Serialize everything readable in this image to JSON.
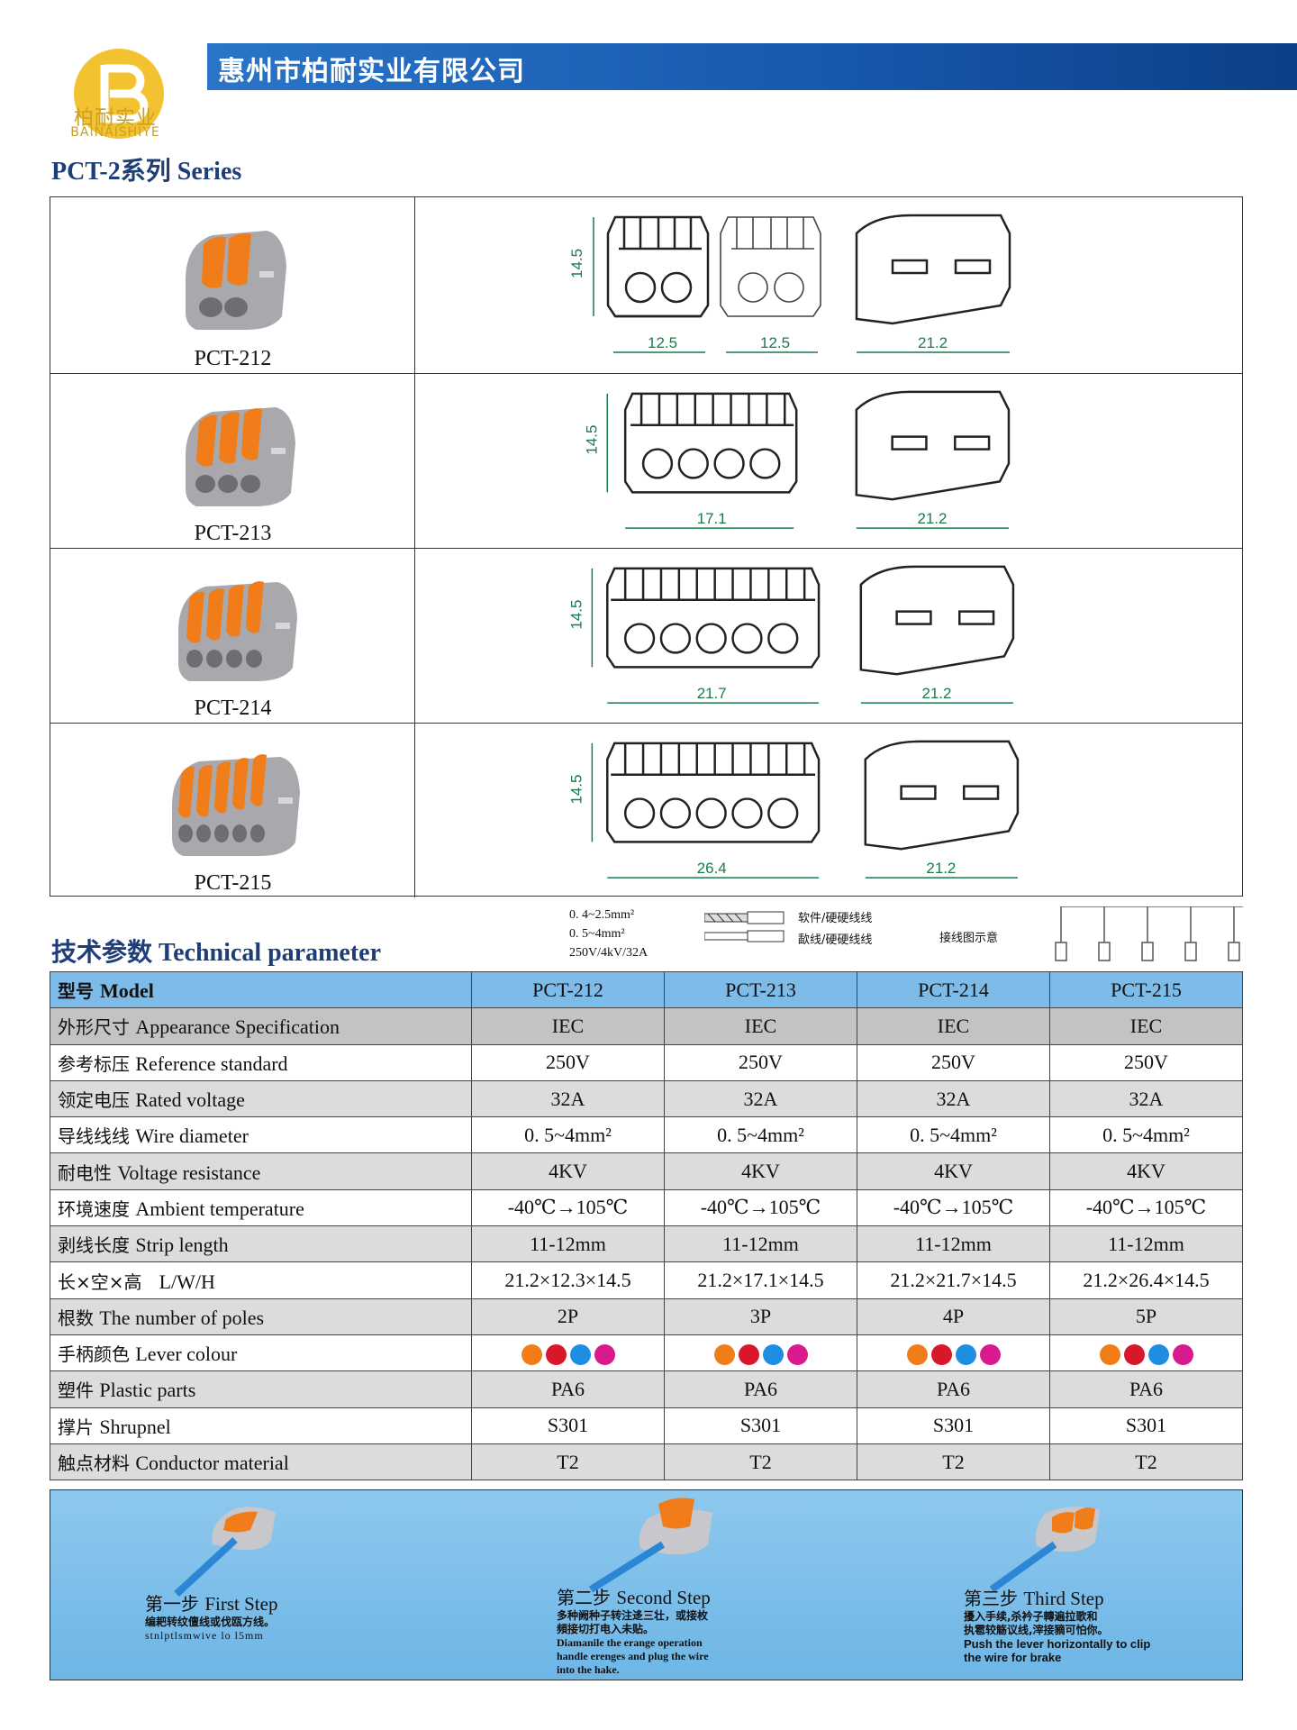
{
  "header": {
    "logo_cn": "柏耐实业",
    "logo_en": "BAINAISHIYE",
    "company": "惠州市柏耐实业有限公司"
  },
  "series_title": "PCT-2系列 Series",
  "products": [
    {
      "model": "PCT-212",
      "width": "12.5",
      "width2": "12.5",
      "height": "14.5",
      "depth": "21.2",
      "poles": 2
    },
    {
      "model": "PCT-213",
      "width": "17.1",
      "height": "14.5",
      "depth": "21.2",
      "poles": 3
    },
    {
      "model": "PCT-214",
      "width": "21.7",
      "height": "14.5",
      "depth": "21.2",
      "poles": 4
    },
    {
      "model": "PCT-215",
      "width": "26.4",
      "height": "14.5",
      "depth": "21.2",
      "poles": 5
    }
  ],
  "legend": {
    "line1": "0. 4~2.5mm²",
    "line2": "0. 5~4mm²",
    "line3": "250V/4kV/32A",
    "wire1": "软件/硬硬线线",
    "wire2": "歃线/硬硬线线",
    "schematic": "接线图示意"
  },
  "tech_title": "技术参数 Technical parameter",
  "spec": {
    "header": {
      "cn": "型号",
      "en": "Model",
      "cols": [
        "PCT-212",
        "PCT-213",
        "PCT-214",
        "PCT-215"
      ]
    },
    "rows": [
      {
        "cn": "外形尺寸",
        "en": "Appearance Specification",
        "vals": [
          "IEC",
          "IEC",
          "IEC",
          "IEC"
        ]
      },
      {
        "cn": "参考标压",
        "en": "Reference standard",
        "vals": [
          "250V",
          "250V",
          "250V",
          "250V"
        ]
      },
      {
        "cn": "领定电压",
        "en": "Rated voltage",
        "vals": [
          "32A",
          "32A",
          "32A",
          "32A"
        ]
      },
      {
        "cn": "导线线线",
        "en": "Wire diameter",
        "vals": [
          "0. 5~4mm²",
          "0. 5~4mm²",
          "0. 5~4mm²",
          "0. 5~4mm²"
        ]
      },
      {
        "cn": "耐电性",
        "en": "Voltage resistance",
        "vals": [
          "4KV",
          "4KV",
          "4KV",
          "4KV"
        ]
      },
      {
        "cn": "环境速度",
        "en": "Ambient temperature",
        "vals": [
          "-40℃→105℃",
          "-40℃→105℃",
          "-40℃→105℃",
          "-40℃→105℃"
        ]
      },
      {
        "cn": "剥线长度",
        "en": "Strip length",
        "vals": [
          "11-12mm",
          "11-12mm",
          "11-12mm",
          "11-12mm"
        ]
      },
      {
        "cn": "长×空×高",
        "en": "L/W/H",
        "vals": [
          "21.2×12.3×14.5",
          "21.2×17.1×14.5",
          "21.2×21.7×14.5",
          "21.2×26.4×14.5"
        ]
      },
      {
        "cn": "根数",
        "en": "The number of poles",
        "vals": [
          "2P",
          "3P",
          "4P",
          "5P"
        ]
      },
      {
        "cn": "手柄颜色",
        "en": "Lever colour",
        "vals": []
      },
      {
        "cn": "塑件",
        "en": "Plastic parts",
        "vals": [
          "PA6",
          "PA6",
          "PA6",
          "PA6"
        ]
      },
      {
        "cn": "撑片",
        "en": "Shrupnel",
        "vals": [
          "S301",
          "S301",
          "S301",
          "S301"
        ]
      },
      {
        "cn": "触点材料",
        "en": "Conductor material",
        "vals": [
          "T2",
          "T2",
          "T2",
          "T2"
        ]
      }
    ],
    "lever_colors": [
      "#f07d1a",
      "#d8182a",
      "#1d8ee0",
      "#d81a8c"
    ]
  },
  "steps": [
    {
      "cn": "第一步",
      "en": "First Step",
      "text": [
        "编耙转纹儃线或伐瓯方线。",
        "stnlptlsmwive lo l5mm"
      ]
    },
    {
      "cn": "第二步",
      "en": "Second Step",
      "text": [
        "多种阙种子转注迻三壮，或接枚",
        "頻接切打电入未贴。",
        "Diamanile the erange operation",
        "handle erenges and plug the wire",
        "into the hake."
      ]
    },
    {
      "cn": "第三步",
      "en": "Third Step",
      "text": [
        "擾入手续,杀衿子轉遍拉歌和",
        "执雹较觞议线,滓接豴可怕你。",
        "Push the lever horizontally to clip",
        "the wire for brake"
      ]
    }
  ],
  "colors": {
    "accent": "#1f3e78",
    "banner": "#175ab0",
    "dimension": "#1a7a4a",
    "lever": "#f07d1a",
    "body": "#a9a9ad"
  }
}
